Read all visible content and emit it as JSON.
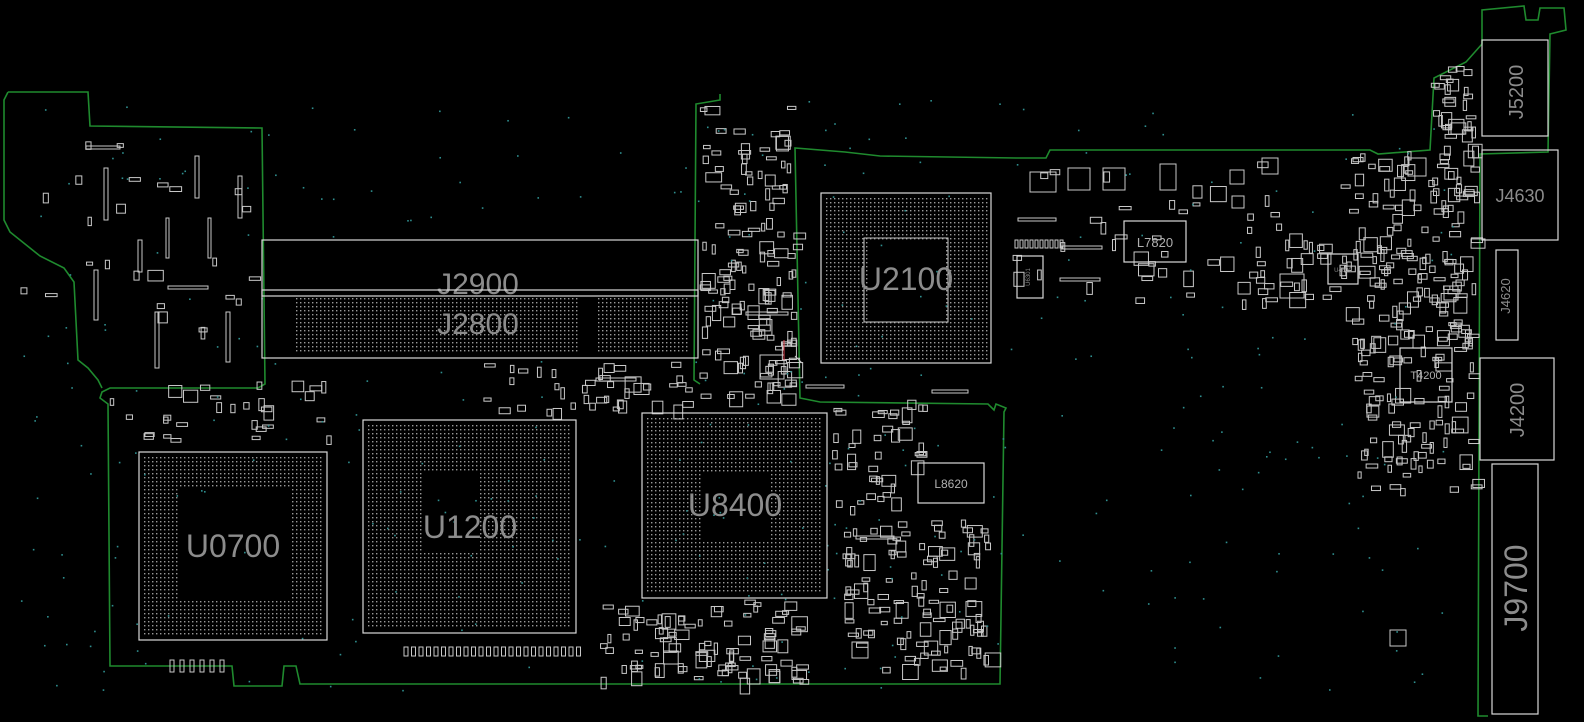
{
  "board": {
    "background": "#000000",
    "outline_color": "#1f8a2e",
    "component_color": "#d8d8d8",
    "via_color": "#2f8f8f"
  },
  "components": {
    "J2900": "J2900",
    "J2800": "J2800",
    "U2100": "U2100",
    "L7820": "L7820",
    "U0700": "U0700",
    "U1200": "U1200",
    "U8400": "U8400",
    "L8620": "L8620",
    "T4200": "T4200",
    "U4600": "U4600",
    "J5200": "J5200",
    "J4630": "J4630",
    "J4620": "J4620",
    "J4200": "J4200",
    "J9700": "J9700",
    "U6301": "U6301"
  }
}
